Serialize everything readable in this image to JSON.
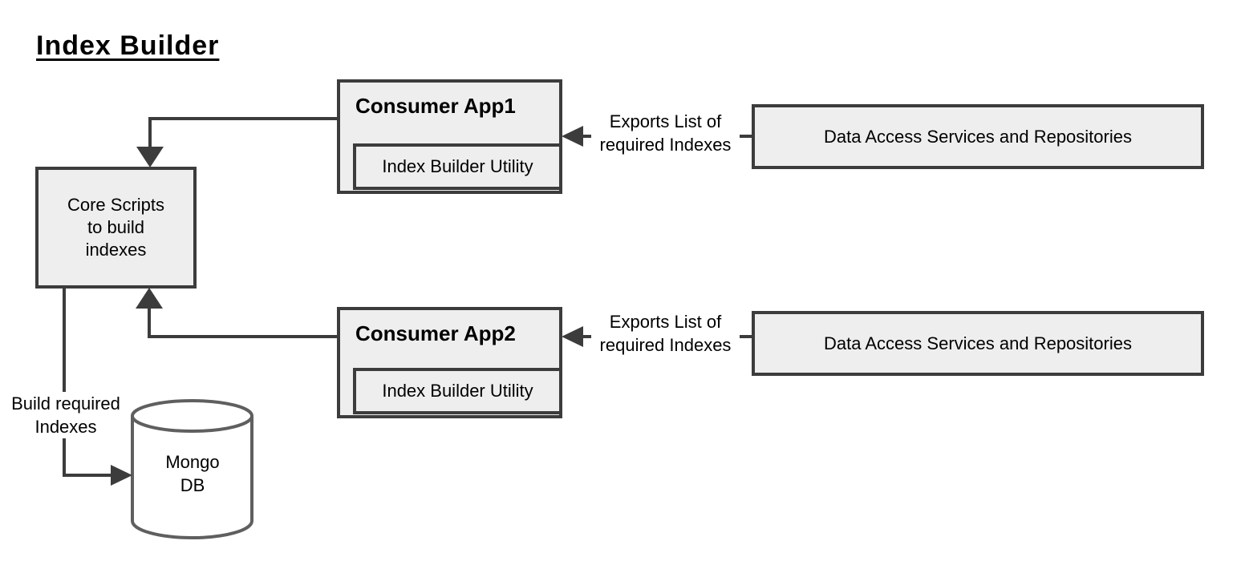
{
  "title": "Index Builder",
  "nodes": {
    "core_scripts": {
      "line1": "Core Scripts",
      "line2": "to build",
      "line3": "indexes"
    },
    "consumer_app1": {
      "title": "Consumer App1",
      "utility": "Index Builder Utility"
    },
    "consumer_app2": {
      "title": "Consumer App2",
      "utility": "Index Builder Utility"
    },
    "data_access_1": {
      "label": "Data Access Services and Repositories"
    },
    "data_access_2": {
      "label": "Data Access Services and Repositories"
    },
    "mongo_db": {
      "line1": "Mongo",
      "line2": "DB"
    }
  },
  "edge_labels": {
    "exports_1": {
      "line1": "Exports List of",
      "line2": "required Indexes"
    },
    "exports_2": {
      "line1": "Exports List of",
      "line2": "required Indexes"
    },
    "build": {
      "line1": "Build required",
      "line2": "Indexes"
    }
  },
  "colors": {
    "background": "#ffffff",
    "node_fill": "#eeeeee",
    "node_border": "#3c3c3c",
    "connector": "#3c3c3c",
    "cylinder_stroke": "#5f5f5f",
    "text": "#000000"
  }
}
